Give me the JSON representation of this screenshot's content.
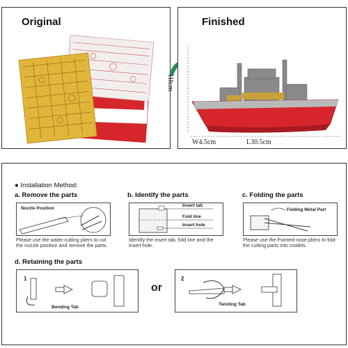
{
  "original": {
    "title": "Original"
  },
  "finished": {
    "title": "Finished",
    "height": "H8cm",
    "width": "W4.5cm",
    "length": "L30.5cm"
  },
  "installation": {
    "heading": "Installation Method:",
    "a": {
      "title": "a. Remove the parts",
      "label": "Nozzle Position",
      "desc": "Please use the water-cutting pliers to cut the nozzle position and remove the parts."
    },
    "b": {
      "title": "b. Identify the parts",
      "insert_tab": "Insert tab",
      "fold_line": "Fold line",
      "insert_hole": "Insert hole",
      "desc": "Identify the insert tab, fold line and the insert hole."
    },
    "c": {
      "title": "c. Folding the parts",
      "label": "Folding Metal Part",
      "desc": "Please use the Pointed-nose pliers to fold the cutting parts into models."
    },
    "d": {
      "title": "d. Retaining the parts",
      "step1": "1",
      "bending": "Bending Tab",
      "or": "or",
      "step2": "2",
      "twisting": "Twisting Tab"
    }
  },
  "colors": {
    "arrow_green": "#2e8b57",
    "hull_red": "#d6262b",
    "brass": "#e1b53a"
  }
}
